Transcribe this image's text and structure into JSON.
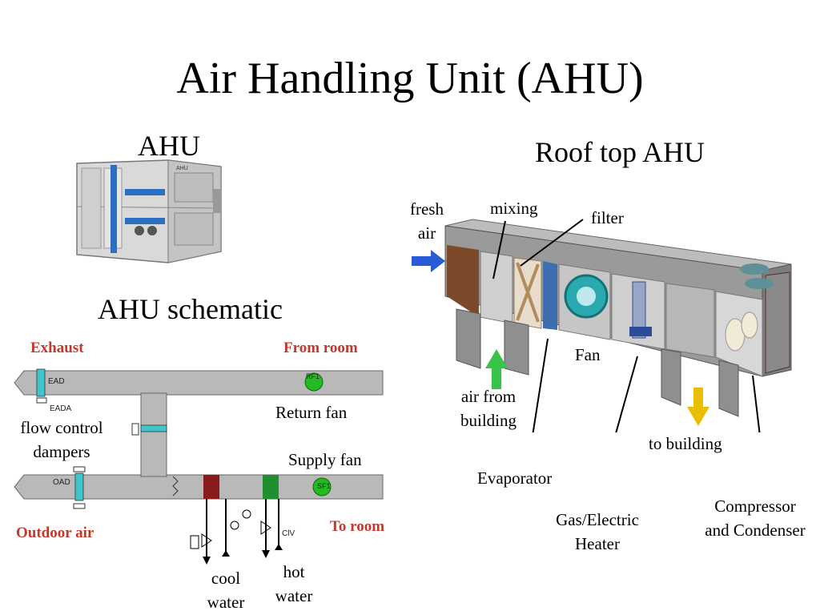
{
  "title": "Air Handling Unit (AHU)",
  "left": {
    "photo_heading": "AHU",
    "schematic_heading": "AHU schematic",
    "schematic": {
      "exhaust": "Exhaust",
      "from_room": "From room",
      "outdoor_air": "Outdoor air",
      "to_room": "To room",
      "return_fan": "Return fan",
      "supply_fan": "Supply fan",
      "flow_control_dampers": [
        "flow control",
        "dampers"
      ],
      "cool_water": [
        "cool",
        "water"
      ],
      "hot_water": [
        "hot",
        "water"
      ],
      "tags": {
        "ead": "EAD",
        "eada": "EADA",
        "oad": "OAD",
        "rf1": "RF1",
        "sf1": "SF1",
        "clv": "ClV"
      }
    }
  },
  "right": {
    "heading": "Roof top AHU",
    "labels": {
      "fresh_air": [
        "fresh",
        "air"
      ],
      "mixing": "mixing",
      "filter": "filter",
      "fan": "Fan",
      "air_from_building": [
        "air from",
        "building"
      ],
      "to_building": "to building",
      "evaporator": "Evaporator",
      "gas_electric_heater": [
        "Gas/Electric",
        "Heater"
      ],
      "compressor_condenser": [
        "Compressor",
        "and Condenser"
      ]
    }
  },
  "colors": {
    "duct": "#b9b9b9",
    "damper": "#3fc6cc",
    "return_fan": "#22bb22",
    "cool_coil": "#8b1a1a",
    "hot_coil": "#1f8f2f",
    "schematic_label": "#c0392b",
    "fresh_air_arrow": "#2a5bd7",
    "return_air_arrow": "#38c44a",
    "supply_air_arrow": "#e8c000"
  }
}
